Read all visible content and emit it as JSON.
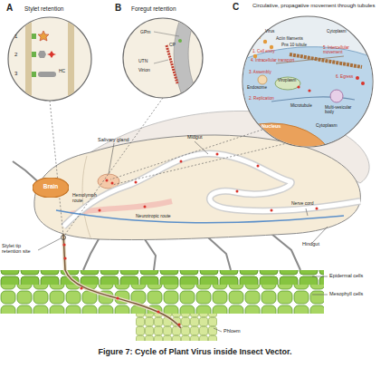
{
  "diagram": {
    "caption": "Figure 7: Cycle of Plant Virus inside Insect Vector.",
    "nodes": [
      {
        "text": [
          "A",
          "Stylet retention",
          "1",
          "2",
          "3",
          "HC"
        ]
      },
      {
        "text": [
          "B",
          "Foregut retention",
          "GPm",
          "CP",
          "UTN",
          "Virion"
        ]
      },
      {
        "text": [
          "C",
          "Circulative, propagative movement through tubules",
          "Virus",
          "Cytoplasm",
          "Actin filaments",
          "Pns 10 tubule",
          "1. Cell entry",
          "5. Intercellular movement",
          "4. Intracellular transport",
          "3. Assembly",
          "Viroplasm",
          "Endosome",
          "6. Egress",
          "2. Replication",
          "Microtubule",
          "Multi-vesicular body",
          "Nucleus",
          "Cytoplasm"
        ]
      },
      {
        "text": [
          "Brain"
        ]
      }
    ],
    "labels": [
      "Salivary gland",
      "Midgut",
      "Hemolymph route",
      "Neurotropic route",
      "Nerve cord",
      "Hindgut",
      "Stylet tip retention site",
      "Epidermal cells",
      "Mesophyll cells",
      "Phloem"
    ]
  }
}
